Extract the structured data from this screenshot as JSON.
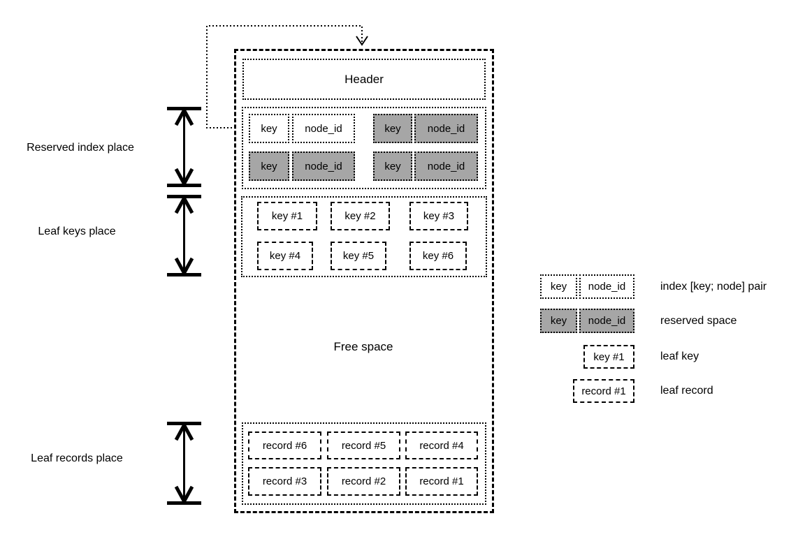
{
  "node": {
    "header_label": "Header",
    "free_space_label": "Free space",
    "reserved_index_pairs": [
      {
        "key": "key",
        "node_id": "node_id",
        "reserved": false
      },
      {
        "key": "key",
        "node_id": "node_id",
        "reserved": true
      },
      {
        "key": "key",
        "node_id": "node_id",
        "reserved": true
      },
      {
        "key": "key",
        "node_id": "node_id",
        "reserved": true
      }
    ],
    "leaf_keys": [
      "key #1",
      "key #2",
      "key #3",
      "key #4",
      "key #5",
      "key #6"
    ],
    "leaf_records": [
      "record #6",
      "record #5",
      "record #4",
      "record #3",
      "record #2",
      "record #1"
    ]
  },
  "side_labels": {
    "reserved_index": "Reserved index place",
    "leaf_keys": "Leaf keys place",
    "leaf_records": "Leaf records place"
  },
  "legend": {
    "index_pair": {
      "key": "key",
      "node_id": "node_id",
      "label": "index [key; node] pair"
    },
    "reserved_space": {
      "key": "key",
      "node_id": "node_id",
      "label": "reserved space"
    },
    "leaf_key": {
      "sample": "key #1",
      "label": "leaf key"
    },
    "leaf_record": {
      "sample": "record #1",
      "label": "leaf record"
    }
  },
  "colors": {
    "stroke": "#000000",
    "reserved_fill": "#a6a6a6",
    "background": "#ffffff"
  }
}
